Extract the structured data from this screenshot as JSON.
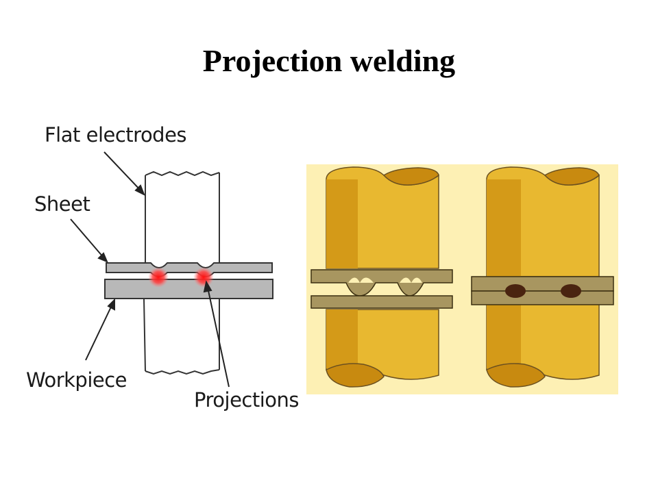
{
  "slide": {
    "title": "Projection welding"
  },
  "left_diagram": {
    "labels": {
      "flat_electrodes": "Flat electrodes",
      "sheet": "Sheet",
      "workpiece": "Workpiece",
      "projections": "Projections"
    },
    "colors": {
      "sheet": "#b8b8b8",
      "electrode_outline": "#333333",
      "weld_spot": "#ff2020"
    }
  },
  "right_diagram": {
    "colors": {
      "background": "#fdf0b4",
      "electrode": "#e8b830",
      "electrode_shade": "#d49a18",
      "electrode_end": "#c88a10",
      "plate": "#a89660",
      "nugget": "#4a2410"
    }
  }
}
